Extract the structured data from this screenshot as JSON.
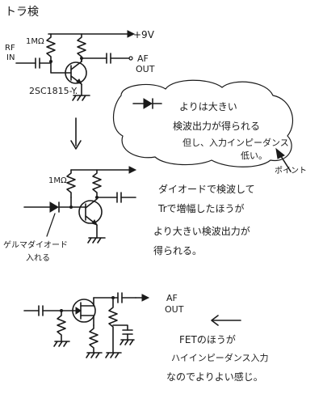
{
  "title": "トラ検",
  "circuit1": {
    "resistor_label": "1MΩ",
    "supply_label": "+9V",
    "input_label_line1": "RF",
    "input_label_line2": "IN",
    "output_label_line1": "AF",
    "output_label_line2": "OUT",
    "transistor_label": "2SC1815-Y."
  },
  "cloud_note": {
    "line1": "よりは大きい",
    "line2": "検波出力が得られる",
    "line3": "但し、入力インピーダンス",
    "line4": "低い。",
    "point_label": "ポイント"
  },
  "circuit2": {
    "resistor_label": "1MΩ",
    "diode_label_line1": "ゲルマダイオード",
    "diode_label_line2": "入れる"
  },
  "note2": {
    "line1": "ダイオードで検波して",
    "line2": "Trで増幅したほうが",
    "line3": "より大きい検波出力が",
    "line4": "得られる。"
  },
  "circuit3": {
    "output_label_line1": "AF",
    "output_label_line2": "OUT"
  },
  "note3": {
    "line1": "FETのほうが",
    "line2": "ハイインピーダンス入力",
    "line3": "なのでよりよい感じ。"
  }
}
